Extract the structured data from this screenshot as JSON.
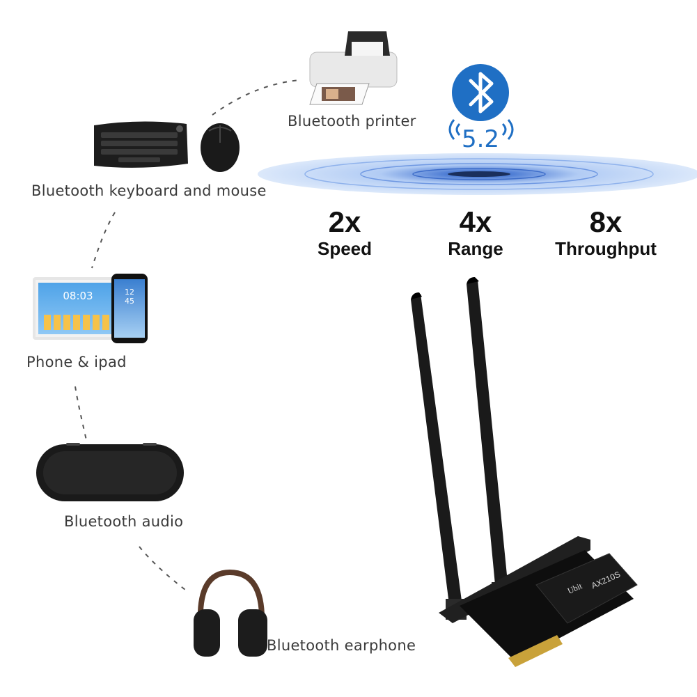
{
  "devices": {
    "printer": "Bluetooth printer",
    "keyboard_mouse": "Bluetooth keyboard and mouse",
    "phone_ipad": "Phone & ipad",
    "audio": "Bluetooth audio",
    "earphone": "Bluetooth earphone"
  },
  "bluetooth": {
    "version": "5.2",
    "icon": "bluetooth-icon",
    "color": "#1f6fc4"
  },
  "stats": [
    {
      "value": "2x",
      "label": "Speed"
    },
    {
      "value": "4x",
      "label": "Range"
    },
    {
      "value": "8x",
      "label": "Throughput"
    }
  ],
  "screens": {
    "tablet_time": "08:03",
    "phone_time_h": "12",
    "phone_time_m": "45"
  },
  "card": {
    "brand": "Ubit",
    "model": "AX210S"
  }
}
